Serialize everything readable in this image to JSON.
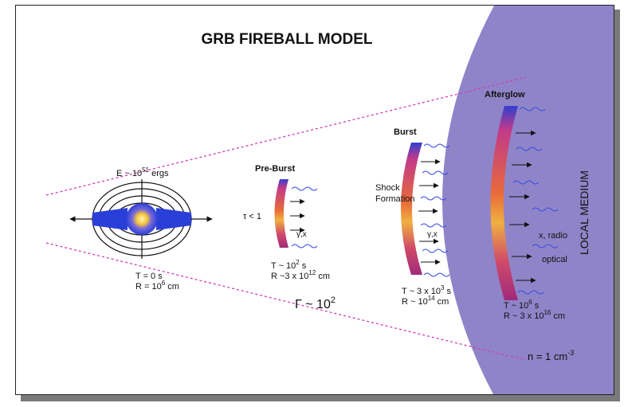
{
  "title": "GRB FIREBALL MODEL",
  "energy": {
    "prefix": "E ~ 10",
    "exp": "51",
    "suffix": " ergs"
  },
  "origin": {
    "time": "T = 0 s",
    "radius_prefix": "R = 10",
    "radius_exp": "6",
    "radius_suffix": " cm"
  },
  "preburst": {
    "title": "Pre-Burst",
    "tau": "τ < 1",
    "emission": "γ,x",
    "time_prefix": "T ~ 10",
    "time_exp": "2",
    "time_suffix": " s",
    "radius_prefix": "R ~3 x 10",
    "radius_exp": "12",
    "radius_suffix": " cm"
  },
  "burst": {
    "title": "Burst",
    "shock_line1": "Shock",
    "shock_line2": "Formation",
    "emission": "γ,x",
    "time_prefix": "T ~ 3 x 10",
    "time_exp": "3",
    "time_suffix": " s",
    "radius_prefix": "R ~ 10",
    "radius_exp": "14",
    "radius_suffix": " cm"
  },
  "afterglow": {
    "title": "Afterglow",
    "emission1": "x, radio",
    "emission2": "optical",
    "time_prefix": "T ~ 10",
    "time_exp": "6",
    "time_suffix": " s",
    "radius_prefix": "R ~ 3 x 10",
    "radius_exp": "16",
    "radius_suffix": " cm"
  },
  "lorentz": {
    "prefix": "Γ ~ 10",
    "exp": "2"
  },
  "medium": {
    "label": "LOCAL MEDIUM",
    "density_prefix": "n = 1 cm",
    "density_exp": "-3"
  },
  "colors": {
    "medium": "#8f84c8",
    "cone_line": "#d23cc0",
    "wave": "#3a4fe0",
    "core": "#f2c23a",
    "jet": "#2a3fd8"
  }
}
